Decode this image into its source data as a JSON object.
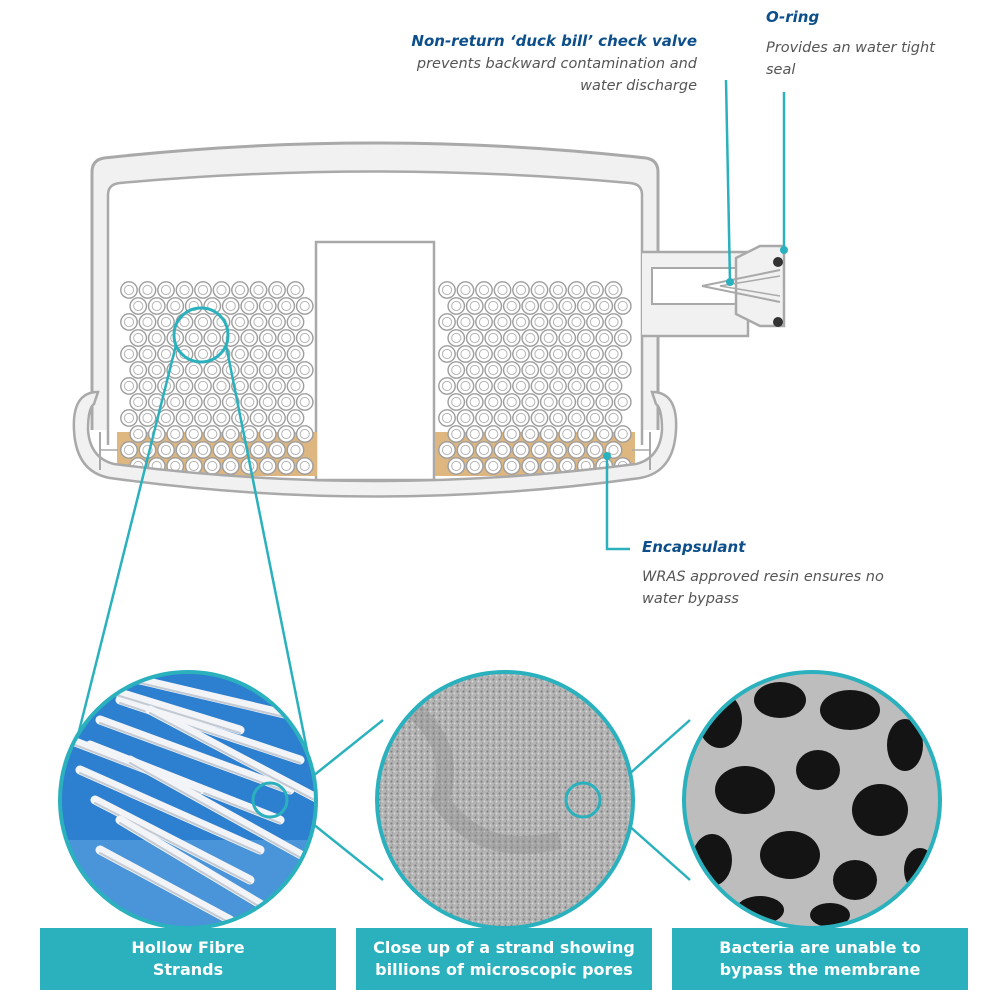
{
  "colors": {
    "accent_teal": "#2ab1bd",
    "title_blue": "#0d4f8b",
    "body_grey": "#555555",
    "housing_grey": "#a9a9a9",
    "encapsulant_tan": "#ddb680",
    "fibre_background_blue": "#2d7fd0"
  },
  "callouts": {
    "check_valve": {
      "title": "Non-return ‘duck bill’ check valve",
      "desc_line1": "prevents backward contamination and",
      "desc_line2": "water discharge"
    },
    "o_ring": {
      "title": "O-ring",
      "desc_line1": "Provides an water tight",
      "desc_line2": "seal"
    },
    "encapsulant": {
      "title": "Encapsulant",
      "desc_line1": "WRAS approved resin ensures no",
      "desc_line2": "water bypass"
    }
  },
  "captions": {
    "hollow_fibre": {
      "line1": "Hollow Fibre",
      "line2": "Strands"
    },
    "close_up": {
      "line1": "Close up of a strand showing",
      "line2": "billions of microscopic pores"
    },
    "bacteria": {
      "line1": "Bacteria are unable to",
      "line2": "bypass the membrane"
    }
  }
}
